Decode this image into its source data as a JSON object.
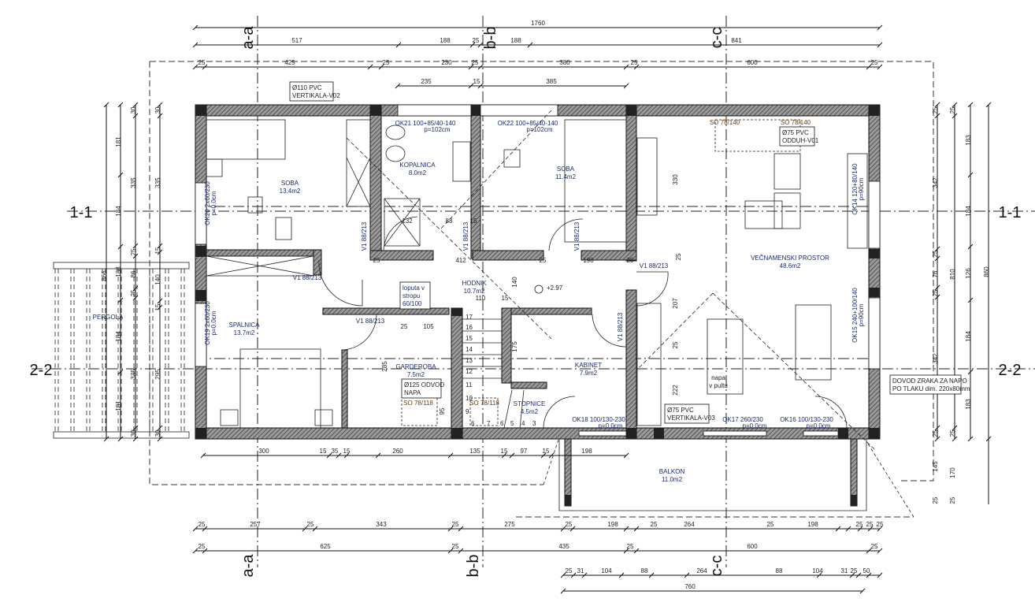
{
  "sections": {
    "a": "a-a",
    "b": "b-b",
    "c": "c-c",
    "one": "1-1",
    "two": "2-2"
  },
  "dims_top": {
    "row1": [
      "1760"
    ],
    "row2": [
      "517",
      "188",
      "25",
      "188",
      "841"
    ],
    "row3": [
      "25",
      "425",
      "25",
      "230",
      "25",
      "380",
      "25",
      "600",
      "25"
    ],
    "row4": [
      "235",
      "15",
      "385"
    ]
  },
  "dims_bottom": {
    "rowA": [
      "300",
      "15",
      "35",
      "15",
      "260",
      "135",
      "15",
      "97",
      "15",
      "198"
    ],
    "rowB": [
      "25",
      "257",
      "25",
      "343",
      "25",
      "275",
      "25",
      "198",
      "25",
      "264",
      "25",
      "198",
      "25",
      "25",
      "25"
    ],
    "rowC": [
      "25",
      "625",
      "25",
      "435",
      "25",
      "600",
      "25"
    ],
    "rowD": [
      "25",
      "31",
      "104",
      "88",
      "264",
      "88",
      "104",
      "31",
      "25",
      "50"
    ],
    "rowE": [
      "760"
    ]
  },
  "dims_left": {
    "c1": [
      "866"
    ],
    "c2": [
      "181",
      "184",
      "138",
      "184",
      "181"
    ],
    "c3": [
      "30",
      "335",
      "25",
      "86",
      "25",
      "335",
      "30"
    ],
    "c4": [
      "30",
      "335",
      "15",
      "140",
      "15",
      "295",
      "30"
    ]
  },
  "dims_right": {
    "c1": [
      "25",
      "342",
      "25",
      "76",
      "25",
      "342",
      "25"
    ],
    "c2": [
      "25",
      "810",
      "25"
    ],
    "c3": [
      "183",
      "184",
      "126",
      "184",
      "183"
    ],
    "c4": [
      "860"
    ],
    "balcony": [
      "145",
      "170",
      "25",
      "25"
    ]
  },
  "dims_inner": [
    "132",
    "88",
    "15",
    "25",
    "412",
    "25",
    "198",
    "25",
    "330",
    "25",
    "207",
    "25",
    "222",
    "140",
    "110",
    "15",
    "175",
    "285",
    "25",
    "105",
    "95"
  ],
  "rooms": [
    {
      "name": "SOBA",
      "area": "13.4m2"
    },
    {
      "name": "KOPALNICA",
      "area": "8.0m2"
    },
    {
      "name": "SOBA",
      "area": "11.4m2"
    },
    {
      "name": "VEČNAMENSKI PROSTOR",
      "area": "48.6m2"
    },
    {
      "name": "SPALNICA",
      "area": "13.7m2"
    },
    {
      "name": "HODNIK",
      "area": "10.7m2"
    },
    {
      "name": "GARDEROBA",
      "area": "7.5m2"
    },
    {
      "name": "STOPNICE",
      "area": "4.5m2"
    },
    {
      "name": "KABINET",
      "area": "7.9m2"
    },
    {
      "name": "BALKON",
      "area": "11.0m2"
    },
    {
      "name": "PERGOLA",
      "area": ""
    }
  ],
  "notes": {
    "v02": [
      "Ø110 PVC",
      "VERTIKALA-V02"
    ],
    "v01": [
      "Ø75 PVC",
      "ODDUH-V01"
    ],
    "v03": [
      "Ø75 PVC",
      "VERTIKALA-V03"
    ],
    "napa_odvod": [
      "Ø125 ODVOD",
      "NAPA"
    ],
    "dovod": [
      "DOVOD ZRAKA ZA NAPO",
      "PO TLAKU dim. 220x80mm"
    ],
    "loputa": [
      "loputa v",
      "stropu",
      "60/100"
    ],
    "napa_pult": [
      "napa",
      "v pultu"
    ],
    "level": "+2.97"
  },
  "openings": {
    "ok21": [
      "OK21 100+85/40-140",
      "p=102cm"
    ],
    "ok22": [
      "OK22 100+85/40-140",
      "p=102cm"
    ],
    "ok14": [
      "OK14 120+80/140",
      "p=90cm"
    ],
    "ok15": [
      "OK15 240+100/140",
      "p=90cm"
    ],
    "ok16": [
      "OK16 100/130-230",
      "p=0.0cm"
    ],
    "ok17": [
      "OK17 260/230",
      "p=0.0cm"
    ],
    "ok18": [
      "OK18 100/130-230",
      "p=0.0cm"
    ],
    "ok20": [
      "OK20 2x60/230",
      "p=0.0cm"
    ],
    "ok19": [
      "OK19 2x60/230",
      "p=0.0cm"
    ],
    "so": [
      "SO 78/140",
      "SO 78/140",
      "SO 78/118",
      "SO 78/118"
    ],
    "door": "V1 88/213"
  },
  "stairs": [
    "17",
    "16",
    "15",
    "14",
    "13",
    "12",
    "11",
    "10",
    "9",
    "6",
    "7",
    "6",
    "5",
    "4",
    "3"
  ]
}
